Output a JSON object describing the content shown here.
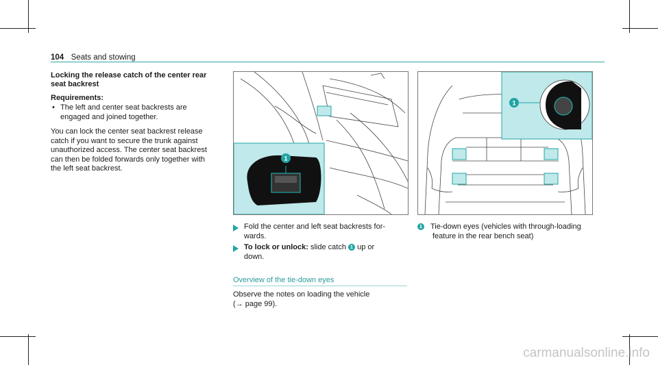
{
  "header": {
    "page_number": "104",
    "section": "Seats and stowing"
  },
  "left": {
    "heading_line1": "Locking the release catch of the center rear",
    "heading_line2": "seat backrest",
    "requirements_label": "Requirements:",
    "req_line1": "The left and center seat backrests are",
    "req_line2": "engaged and joined together.",
    "body": [
      "You can lock the center seat backrest release",
      "catch if you want to secure the trunk against",
      "unauthorized access. The center seat backrest",
      "can then be folded forwards only together with",
      "the left seat backrest."
    ]
  },
  "middle": {
    "figure_badge": "1",
    "step1_line1": "Fold the center and left seat backrests for-",
    "step1_line2": "wards.",
    "step2_bold": "To lock or unlock:",
    "step2_text": " slide catch ",
    "step2_badge": "1",
    "step2_text2": " up or",
    "step2_line2": "down.",
    "overview_title": "Overview of the tie-down eyes",
    "overview_line1": "Observe the notes on loading the vehicle",
    "overview_line2": "(→ page 99)."
  },
  "right": {
    "figure_badge": "1",
    "legend_badge": "1",
    "legend_line1": "Tie-down eyes (vehicles with through-loading",
    "legend_line2": "feature in the rear bench seat)"
  },
  "watermark": "carmanualsonline.info",
  "colors": {
    "accent": "#23a4a4",
    "highlight_fill": "#bfe9ea",
    "rule": "#2fa6a6"
  }
}
